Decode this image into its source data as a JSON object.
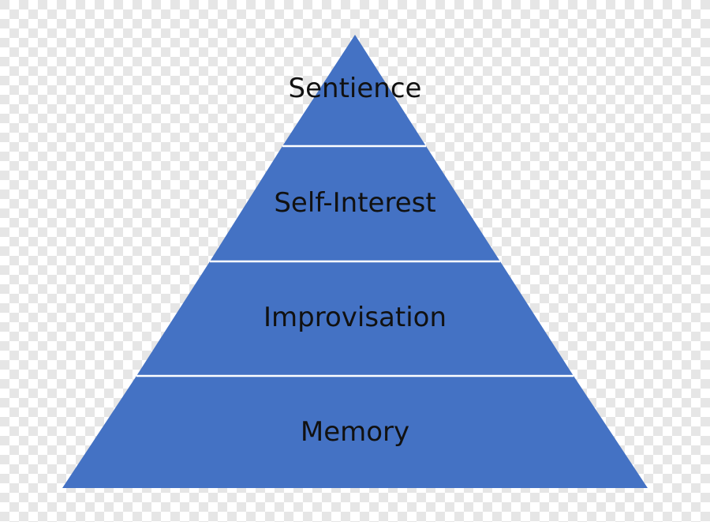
{
  "colors": {
    "tier_fill": "#4472C4",
    "divider": "#FFFFFF",
    "text": "#111111",
    "checker_light": "#FFFFFF",
    "checker_dark": "#E6E6E6"
  },
  "pyramid": {
    "tiers": [
      {
        "label": "Sentience"
      },
      {
        "label": "Self-Interest"
      },
      {
        "label": "Improvisation"
      },
      {
        "label": "Memory"
      }
    ]
  }
}
